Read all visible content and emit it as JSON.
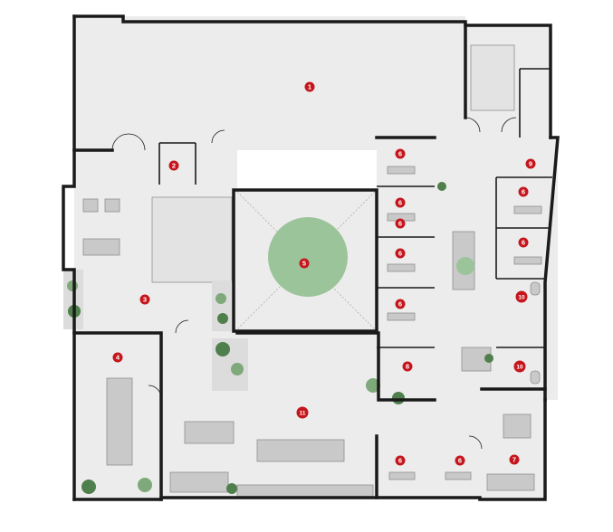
{
  "plan": {
    "colors": {
      "floor": "#ececec",
      "wall": "#1a1a1a",
      "marker": "#c4161c",
      "marker_text": "#ffffff",
      "courtyard_plant": "#9cc49a",
      "tree": "#7fa97a",
      "tree_dark": "#4f7f4c",
      "furniture": "#c9c9c9",
      "furniture_edge": "#8f8f8f"
    },
    "rooms": [
      {
        "id": "room-1",
        "label": "1"
      },
      {
        "id": "room-2",
        "label": "2"
      },
      {
        "id": "room-3",
        "label": "3"
      },
      {
        "id": "room-4",
        "label": "4"
      },
      {
        "id": "room-5",
        "label": "5"
      },
      {
        "id": "room-6a",
        "label": "6"
      },
      {
        "id": "room-6b",
        "label": "6"
      },
      {
        "id": "room-6c",
        "label": "6"
      },
      {
        "id": "room-6d",
        "label": "6"
      },
      {
        "id": "room-6e",
        "label": "6"
      },
      {
        "id": "room-6f",
        "label": "6"
      },
      {
        "id": "room-6g",
        "label": "6"
      },
      {
        "id": "room-6h",
        "label": "6"
      },
      {
        "id": "room-6i",
        "label": "6"
      },
      {
        "id": "room-7",
        "label": "7"
      },
      {
        "id": "room-8",
        "label": "8"
      },
      {
        "id": "room-9",
        "label": "9"
      },
      {
        "id": "room-10a",
        "label": "10"
      },
      {
        "id": "room-10b",
        "label": "10"
      },
      {
        "id": "room-11",
        "label": "11"
      }
    ]
  }
}
